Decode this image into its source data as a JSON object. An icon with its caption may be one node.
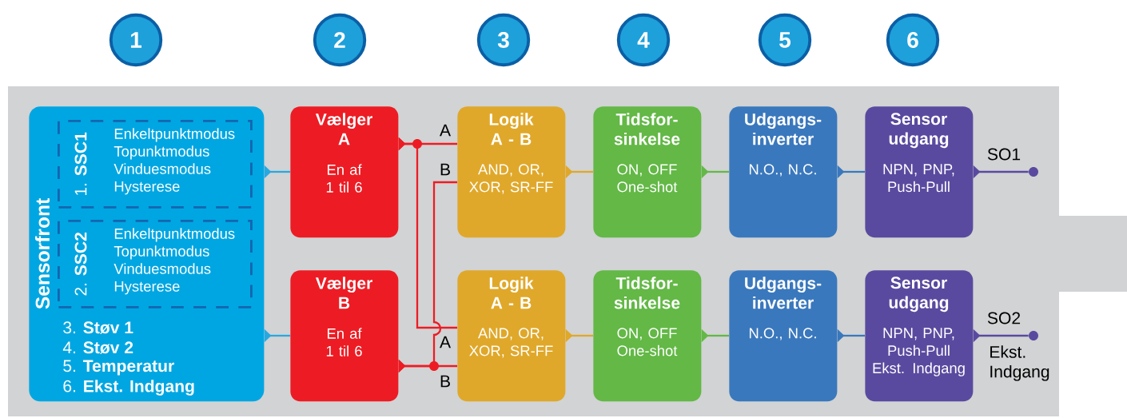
{
  "diagram": {
    "nodes": [
      {
        "text": [
          "1"
        ]
      },
      {
        "text": [
          "2"
        ]
      },
      {
        "text": [
          "3"
        ]
      },
      {
        "text": [
          "4"
        ]
      },
      {
        "text": [
          "5"
        ]
      },
      {
        "text": [
          "6"
        ]
      },
      {
        "text": [
          "Sensorfront",
          "3. **Støv 1**",
          "4. **Støv 2**",
          "5. **Temperatur**",
          "6. **Ekst. Indgang**"
        ]
      },
      {
        "text": [
          "1. **SSC1**",
          "Enkeltpunktmodus Topunktmodus Vinduesmodus Hysterese"
        ],
        "in": 6
      },
      {
        "text": [
          "2. **SSC2**",
          "Enkeltpunktmodus Topunktmodus Vinduesmodus Hysterese"
        ],
        "in": 6
      },
      {
        "text": [
          "Vælger A",
          "En af 1 til 6"
        ]
      },
      {
        "text": [
          "Vælger B",
          "En af 1 til 6"
        ]
      },
      {
        "text": [
          "Logik A - B",
          "AND, OR, XOR, SR-FF"
        ]
      },
      {
        "text": [
          "Tidsfor- sinkelse",
          "ON, OFF One-shot"
        ]
      },
      {
        "text": [
          "Udgangs- inverter",
          "N.O., N.C."
        ]
      },
      {
        "text": [
          "Sensor udgang",
          "NPN, PNP, Push-Pull"
        ]
      },
      {
        "text": [
          "Logik A - B",
          "AND, OR, XOR, SR-FF"
        ]
      },
      {
        "text": [
          "Tidsfor- sinkelse",
          "ON, OFF One-shot"
        ]
      },
      {
        "text": [
          "Udgangs- inverter",
          "N.O., N.C."
        ]
      },
      {
        "text": [
          "Sensor udgang",
          "NPN, PNP, Push-Pull Ekst. Indgang"
        ]
      },
      {
        "text": [],
        "shape": "circle"
      },
      {
        "text": [],
        "shape": "circle"
      }
    ],
    "edges": [
      {
        "from": 6,
        "to": 9,
        "arrow": "to",
        "color": "#29a8e0"
      },
      {
        "from": 6,
        "to": 10,
        "arrow": "to",
        "color": "#29a8e0"
      },
      {
        "from": 9,
        "to": 11,
        "arrow": "to",
        "label": "A",
        "color": "#ed1c24"
      },
      {
        "from": 9,
        "to": 15,
        "arrow": "to",
        "label": "A",
        "color": "#ed1c24"
      },
      {
        "from": 10,
        "to": 11,
        "arrow": "to",
        "label": "B",
        "color": "#ed1c24"
      },
      {
        "from": 10,
        "to": 15,
        "arrow": "to",
        "label": "B",
        "color": "#ed1c24"
      },
      {
        "from": 11,
        "to": 12,
        "arrow": "to",
        "color": "#e0a82a"
      },
      {
        "from": 12,
        "to": 13,
        "arrow": "to",
        "color": "#63b846"
      },
      {
        "from": 13,
        "to": 14,
        "arrow": "to",
        "color": "#3a78bd"
      },
      {
        "from": 14,
        "to": 19,
        "arrow": "to",
        "label": "SO1",
        "color": "#5a4a9f"
      },
      {
        "from": 15,
        "to": 16,
        "arrow": "to",
        "color": "#e0a82a"
      },
      {
        "from": 16,
        "to": 17,
        "arrow": "to",
        "color": "#63b846"
      },
      {
        "from": 17,
        "to": 18,
        "arrow": "to",
        "color": "#3a78bd"
      },
      {
        "from": 18,
        "to": 20,
        "arrow": "to",
        "label": "SO2",
        "color": "#5a4a9f"
      }
    ],
    "labels": [
      "Ekst. Indgang"
    ]
  }
}
